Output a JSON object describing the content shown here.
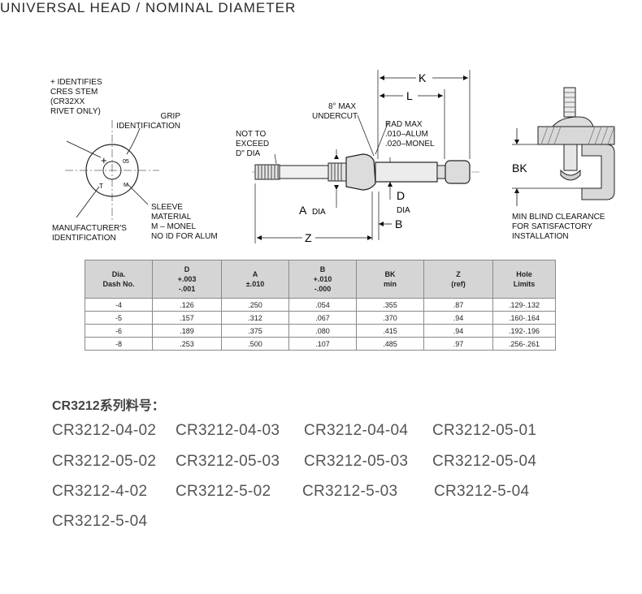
{
  "title": "UNIVERSAL HEAD / NOMINAL DIAMETER",
  "head_view": {
    "label_cres": "+ IDENTIFIES\nCRES STEM\n(CR32XX\nRIVET ONLY)",
    "label_grip": "GRIP\nIDENTIFICATION",
    "label_sleeve": "SLEEVE\nMATERIAL\nM – MONEL\nNO ID FOR ALUM",
    "label_mfr": "MANUFACTURER'S\nIDENTIFICATION",
    "mark_grip": "05",
    "mark_material": "M"
  },
  "side_view": {
    "label_not_exceed": "NOT TO\nEXCEED\nD\" DIA",
    "label_undercut": "8° MAX\nUNDERCUT",
    "label_rad": "RAD MAX\n.010–ALUM\n.020–MONEL",
    "dim_k": "K",
    "dim_l": "L",
    "dim_a": "A",
    "dim_a_sub": "DIA",
    "dim_d": "D",
    "dim_d_sub": "DIA",
    "dim_b": "B",
    "dim_z": "Z"
  },
  "blind_view": {
    "dim_bk": "BK",
    "label_clearance": "MIN BLIND CLEARANCE\nFOR SATISFACTORY\nINSTALLATION"
  },
  "table": {
    "headers": [
      "Dia.\nDash No.",
      "D\n+.003\n-.001",
      "A\n±.010",
      "B\n+.010\n-.000",
      "BK\nmin",
      "Z\n(ref)",
      "Hole\nLimits"
    ],
    "rows": [
      [
        "-4",
        ".126",
        ".250",
        ".054",
        ".355",
        ".87",
        ".129-.132"
      ],
      [
        "-5",
        ".157",
        ".312",
        ".067",
        ".370",
        ".94",
        ".160-.164"
      ],
      [
        "-6",
        ".189",
        ".375",
        ".080",
        ".415",
        ".94",
        ".192-.196"
      ],
      [
        "-8",
        ".253",
        ".500",
        ".107",
        ".485",
        ".97",
        ".256-.261"
      ]
    ]
  },
  "series": {
    "title": "CR3212系列料号：",
    "parts": [
      "CR3212-04-02",
      "CR3212-04-03",
      "CR3212-04-04",
      "CR3212-05-01",
      "CR3212-05-02",
      "CR3212-05-03",
      "CR3212-05-03",
      "CR3212-05-04",
      "CR3212-4-02",
      "CR3212-5-02",
      "CR3212-5-03",
      "CR3212-5-04",
      "CR3212-5-04"
    ]
  }
}
